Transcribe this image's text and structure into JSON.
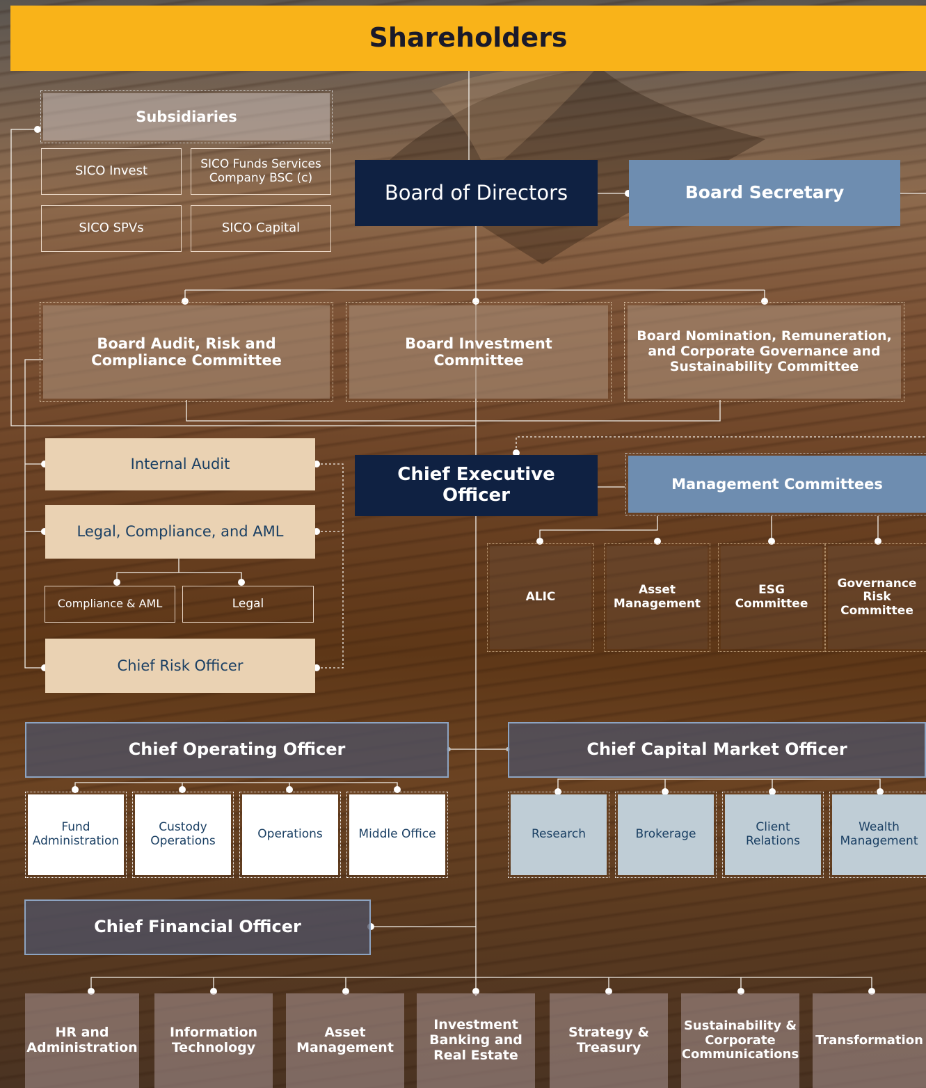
{
  "shareholders": "Shareholders",
  "subsidiaries": {
    "title": "Subsidiaries",
    "items": [
      "SICO Invest",
      "SICO Funds Services Company BSC (c)",
      "SICO SPVs",
      "SICO Capital"
    ]
  },
  "board_of_directors": "Board of Directors",
  "board_secretary": "Board Secretary",
  "board_committees": [
    "Board Audit, Risk and Compliance Committee",
    "Board Investment Committee",
    "Board Nomination, Remuneration, and Corporate Governance and Sustainability Committee"
  ],
  "control_functions": {
    "internal_audit": "Internal Audit",
    "legal_compliance": "Legal, Compliance, and AML",
    "compliance_aml": "Compliance & AML",
    "legal": "Legal",
    "chief_risk_officer": "Chief Risk Officer"
  },
  "ceo": "Chief Executive Officer",
  "management_committees": {
    "title": "Management Committees",
    "items": [
      "ALIC",
      "Asset Management",
      "ESG Committee",
      "Governance Risk Committee"
    ]
  },
  "coo": {
    "title": "Chief Operating Officer",
    "items": [
      "Fund Administration",
      "Custody Operations",
      "Operations",
      "Middle Office"
    ]
  },
  "ccmo": {
    "title": "Chief Capital Market Officer",
    "items": [
      "Research",
      "Brokerage",
      "Client Relations",
      "Wealth Management"
    ]
  },
  "cfo": "Chief Financial Officer",
  "departments": [
    "HR and Administration",
    "Information Technology",
    "Asset Management",
    "Investment Banking and Real Estate",
    "Strategy & Treasury",
    "Sustainability & Corporate Communications",
    "Transformation"
  ],
  "colors": {
    "gold": "#f9b319",
    "navy": "#0f2142",
    "steel_blue": "#6e8db0",
    "tan": "#ead2b3",
    "pale_blue": "#bfcdd6"
  }
}
